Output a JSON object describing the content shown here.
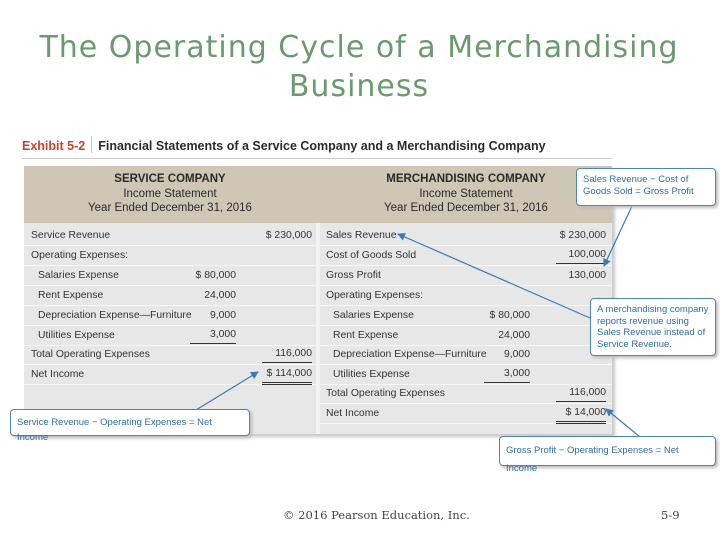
{
  "slide": {
    "title": "The Operating Cycle of a Merchandising Business"
  },
  "exhibit": {
    "label": "Exhibit 5-2",
    "title": "Financial Statements of a Service Company and a Merchandising Company"
  },
  "service": {
    "heading": [
      "SERVICE COMPANY",
      "Income Statement",
      "Year Ended December 31, 2016"
    ],
    "rows": [
      {
        "label": "Service Revenue",
        "inner": "",
        "outer": "$ 230,000"
      },
      {
        "label": "Operating Expenses:",
        "inner": "",
        "outer": ""
      },
      {
        "label": "Salaries Expense",
        "inner": "$ 80,000",
        "outer": ""
      },
      {
        "label": "Rent Expense",
        "inner": "24,000",
        "outer": ""
      },
      {
        "label": "Depreciation Expense—Furniture",
        "inner": "9,000",
        "outer": ""
      },
      {
        "label": "Utilities Expense",
        "inner": "3,000",
        "outer": ""
      },
      {
        "label": "Total Operating Expenses",
        "inner": "",
        "outer": "116,000"
      },
      {
        "label": "Net Income",
        "inner": "",
        "outer": "$ 114,000"
      }
    ]
  },
  "merch": {
    "heading": [
      "MERCHANDISING COMPANY",
      "Income Statement",
      "Year Ended December 31, 2016"
    ],
    "rows": [
      {
        "label": "Sales Revenue",
        "inner": "",
        "outer": "$ 230,000"
      },
      {
        "label": "Cost of Goods Sold",
        "inner": "",
        "outer": "100,000"
      },
      {
        "label": "Gross Profit",
        "inner": "",
        "outer": "130,000"
      },
      {
        "label": "Operating Expenses:",
        "inner": "",
        "outer": ""
      },
      {
        "label": "Salaries Expense",
        "inner": "$ 80,000",
        "outer": ""
      },
      {
        "label": "Rent Expense",
        "inner": "24,000",
        "outer": ""
      },
      {
        "label": "Depreciation Expense—Furniture",
        "inner": "9,000",
        "outer": ""
      },
      {
        "label": "Utilities Expense",
        "inner": "3,000",
        "outer": ""
      },
      {
        "label": "Total Operating Expenses",
        "inner": "",
        "outer": "116,000"
      },
      {
        "label": "Net Income",
        "inner": "",
        "outer": "$ 14,000"
      }
    ]
  },
  "callouts": {
    "sales_gp": "Sales Revenue − Cost of Goods Sold = Gross Profit",
    "merch_note": "A merchandising company reports revenue using Sales Revenue instead of Service Revenue.",
    "service_ni": "Service Revenue − Operating Expenses = Net Income",
    "gp_ni": "Gross Profit − Operating Expenses = Net Income"
  },
  "footer": {
    "copyright": "© 2016 Pearson Education, Inc.",
    "page": "5-9"
  }
}
